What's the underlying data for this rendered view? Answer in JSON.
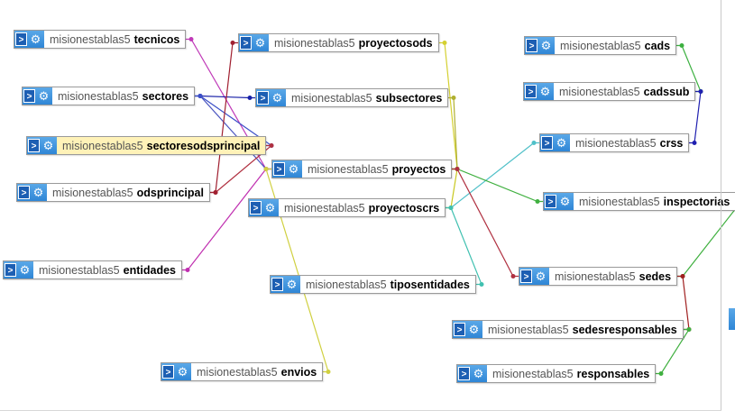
{
  "schema": "misionestablas5",
  "icons": [
    "play-icon",
    "gear-icon"
  ],
  "colors": {
    "node_icon_blue": "#2f86d6",
    "selected_bg": "#fff2b8",
    "border": "#9a9a9a"
  },
  "tables": [
    {
      "id": "tecnicos",
      "name": "tecnicos"
    },
    {
      "id": "proyectosods",
      "name": "proyectosods"
    },
    {
      "id": "cads",
      "name": "cads"
    },
    {
      "id": "sectores",
      "name": "sectores"
    },
    {
      "id": "subsectores",
      "name": "subsectores"
    },
    {
      "id": "cadssub",
      "name": "cadssub"
    },
    {
      "id": "sectoresodsprincipal",
      "name": "sectoresodsprincipal",
      "selected": true
    },
    {
      "id": "crss",
      "name": "crss"
    },
    {
      "id": "proyectos",
      "name": "proyectos"
    },
    {
      "id": "odsprincipal",
      "name": "odsprincipal"
    },
    {
      "id": "inspectorias",
      "name": "inspectorias"
    },
    {
      "id": "proyectoscrs",
      "name": "proyectoscrs"
    },
    {
      "id": "entidades",
      "name": "entidades"
    },
    {
      "id": "sedes",
      "name": "sedes"
    },
    {
      "id": "tiposentidades",
      "name": "tiposentidades"
    },
    {
      "id": "sedesresponsables",
      "name": "sedesresponsables"
    },
    {
      "id": "envios",
      "name": "envios"
    },
    {
      "id": "responsables",
      "name": "responsables"
    }
  ],
  "relations": [
    {
      "from": "tecnicos",
      "to": "proyectos",
      "color": "#c03ab8"
    },
    {
      "from": "sectores",
      "to": "proyectos",
      "color": "#4a55c0"
    },
    {
      "from": "sectores",
      "to": "subsectores",
      "color": "#1a22a8"
    },
    {
      "from": "sectores",
      "to": "sectoresodsprincipal",
      "color": "#3c50c8"
    },
    {
      "from": "odsprincipal",
      "to": "sectoresodsprincipal",
      "color": "#b03040"
    },
    {
      "from": "odsprincipal",
      "to": "proyectosods",
      "color": "#a02030"
    },
    {
      "from": "proyectosods",
      "to": "proyectos",
      "color": "#d4d030"
    },
    {
      "from": "subsectores",
      "to": "proyectos",
      "color": "#b0b030"
    },
    {
      "from": "cads",
      "to": "cadssub",
      "color": "#3cb040"
    },
    {
      "from": "cadssub",
      "to": "crss",
      "color": "#2020b0"
    },
    {
      "from": "crss",
      "to": "proyectoscrs",
      "color": "#50c0c8"
    },
    {
      "from": "proyectoscrs",
      "to": "proyectos",
      "color": "#c8c820"
    },
    {
      "from": "proyectos",
      "to": "inspectorias",
      "color": "#40b040"
    },
    {
      "from": "proyectos",
      "to": "sedes",
      "color": "#b03040"
    },
    {
      "from": "inspectorias",
      "to": "sedes",
      "color": "#40b040"
    },
    {
      "from": "sedes",
      "to": "sedesresponsables",
      "color": "#a02020"
    },
    {
      "from": "responsables",
      "to": "sedesresponsables",
      "color": "#40b040"
    },
    {
      "from": "entidades",
      "to": "proyectos",
      "color": "#c030b0"
    },
    {
      "from": "tiposentidades",
      "to": "proyectoscrs",
      "color": "#40c0b0"
    },
    {
      "from": "envios",
      "to": "proyectos",
      "color": "#d0d040"
    }
  ]
}
